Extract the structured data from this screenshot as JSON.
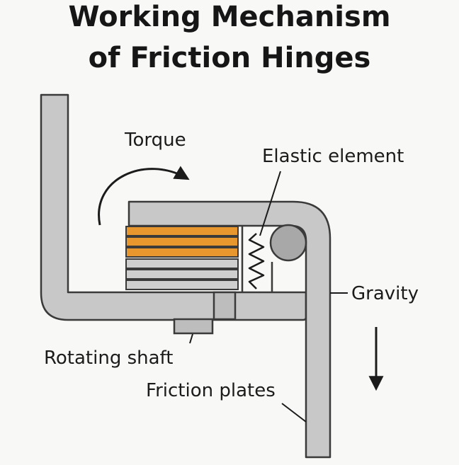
{
  "title": {
    "line1": "Working Mechanism",
    "line2": "of Friction Hinges"
  },
  "labels": {
    "torque": "Torque",
    "elastic_element": "Elastic element",
    "gravity": "Gravity",
    "rotating_shaft": "Rotating shaft",
    "friction_plates": "Friction plates"
  },
  "colors": {
    "metal_fill": "#c8c8c8",
    "metal_stroke": "#3a3a3a",
    "friction_plate": "#e8962e",
    "steel_plate": "#cfcfcf",
    "background": "#f8f8f6"
  }
}
